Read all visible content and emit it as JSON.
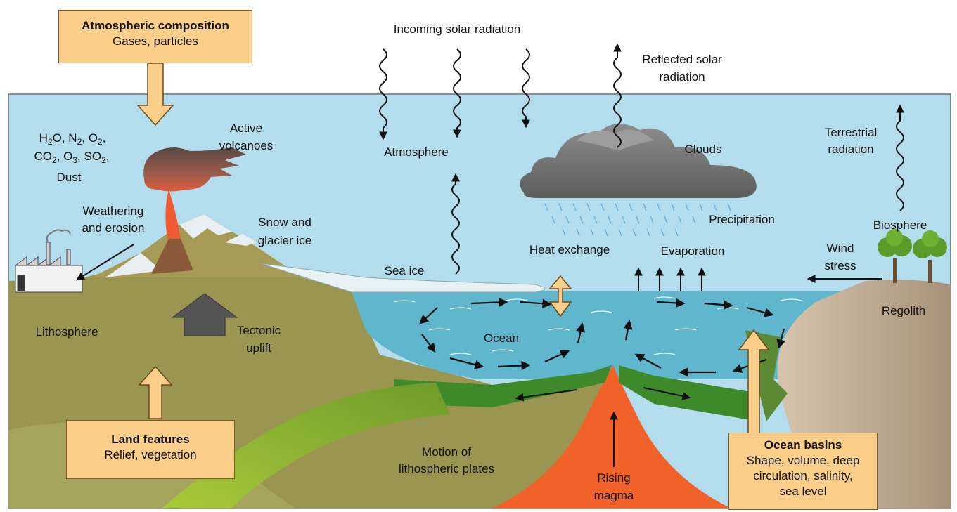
{
  "boxes": {
    "atmospheric": {
      "title": "Atmospheric composition",
      "subtitle": "Gases, particles"
    },
    "land": {
      "title": "Land features",
      "subtitle": "Relief, vegetation"
    },
    "ocean_basins": {
      "title": "Ocean basins",
      "lines": [
        "Shape, volume, deep",
        "circulation, salinity,",
        "sea level"
      ]
    }
  },
  "labels": {
    "incoming_solar": "Incoming solar radiation",
    "reflected_solar_1": "Reflected solar",
    "reflected_solar_2": "radiation",
    "atmosphere": "Atmosphere",
    "clouds": "Clouds",
    "terrestrial_1": "Terrestrial",
    "terrestrial_2": "radiation",
    "gases": {
      "line1": [
        "H",
        "2",
        "O, N",
        "2",
        ", O",
        "2",
        ","
      ],
      "line2": [
        "CO",
        "2",
        ", O",
        "3",
        ", SO",
        "2",
        ","
      ],
      "line3": "Dust"
    },
    "active_volcanoes_1": "Active",
    "active_volcanoes_2": "volcanoes",
    "weathering_1": "Weathering",
    "weathering_2": "and erosion",
    "snow_1": "Snow and",
    "snow_2": "glacier ice",
    "sea_ice": "Sea ice",
    "heat_exchange": "Heat exchange",
    "evaporation": "Evaporation",
    "precipitation": "Precipitation",
    "biosphere": "Biosphere",
    "wind_1": "Wind",
    "wind_2": "stress",
    "regolith": "Regolith",
    "lithosphere": "Lithosphere",
    "tectonic_1": "Tectonic",
    "tectonic_2": "uplift",
    "ocean": "Ocean",
    "motion_1": "Motion of",
    "motion_2": "lithospheric plates",
    "rising_1": "Rising",
    "rising_2": "magma"
  },
  "colors": {
    "sky": "#b3dcec",
    "land": "#9b9552",
    "ocean": "#5fb6cd",
    "magma": "#f0622a",
    "box_fill": "#fbcf8a",
    "plate_green": "#3e8a2a",
    "regolith": "#b59e86"
  }
}
